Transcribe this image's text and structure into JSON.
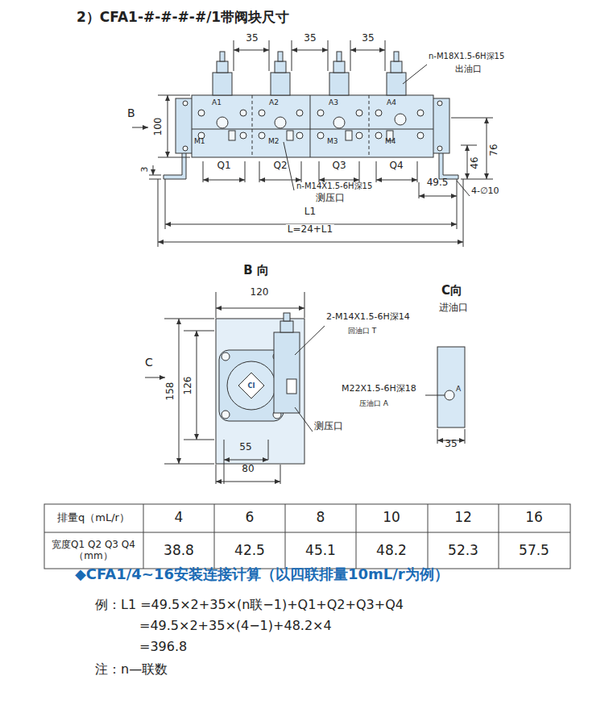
{
  "diagram": {
    "title": "2）CFA1-#-#-#-#/1带阀块尺寸",
    "labels": [
      "35",
      "35",
      "35",
      "n-M18X1.5-6H深15",
      "出油口",
      "B",
      "100",
      "A1",
      "A2",
      "A3",
      "A4",
      "M1",
      "M2",
      "M3",
      "M4",
      "3",
      "Q1",
      "Q2",
      "Q3",
      "Q4",
      "76",
      "46",
      "49.5",
      "4-∅10",
      "n-M14X1.5-6H深15",
      "测压口",
      "L1",
      "L=24+L1",
      "B 向",
      "120",
      "CI",
      "2-M14X1.5-6H深14",
      "回油口 T",
      "158",
      "126",
      "测压口",
      "55",
      "80",
      "C",
      "C向",
      "进油口",
      "M22X1.5-6H深18",
      "压油口 A",
      "A",
      "35",
      "排量q（mL/r）",
      "4",
      "6",
      "8",
      "10",
      "12",
      "16",
      "宽度Q1 Q2 Q3 Q4（mm）",
      "38.8",
      "42.5",
      "45.1",
      "48.2",
      "52.3",
      "57.5",
      "◆CFA1/4~16安装连接计算（以四联排量10mL/r为例）",
      "例：L1 =49.5×2+35×(n联−1)+Q1+Q2+Q3+Q4",
      "=49.5×2+35×(4−1)+48.2×4",
      "=396.8",
      "注：n—联数"
    ]
  }
}
